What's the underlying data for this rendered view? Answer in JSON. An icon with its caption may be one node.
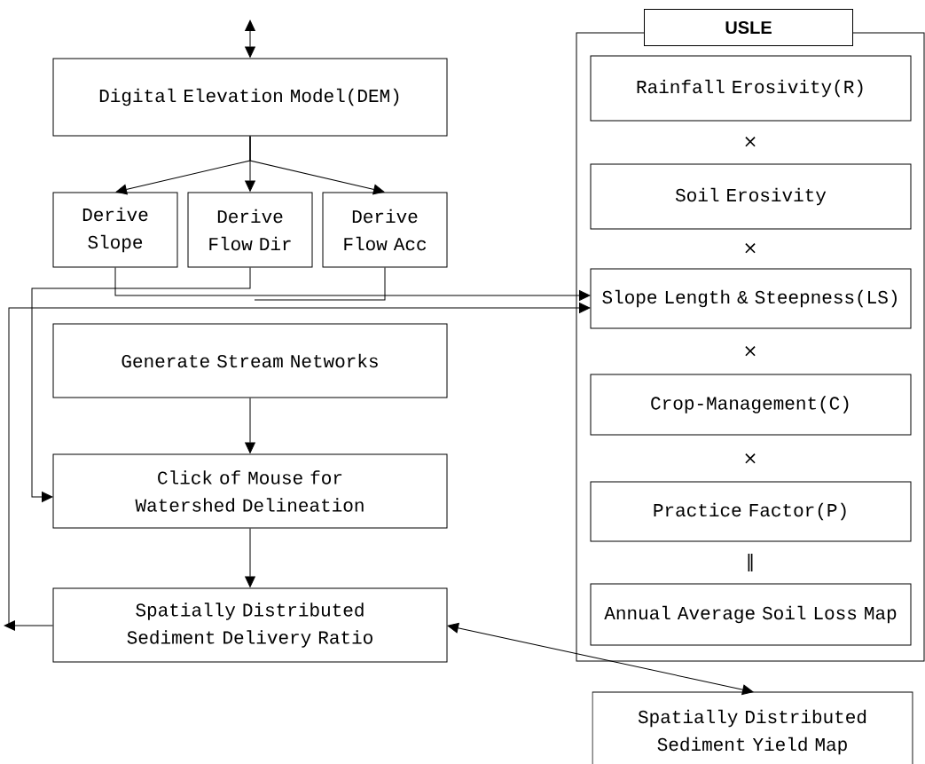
{
  "diagram": {
    "nodes": [
      {
        "text": [
          "Digital Elevation Model(DEM)"
        ]
      },
      {
        "text": [
          "Derive Slope"
        ]
      },
      {
        "text": [
          "Derive Flow Dir"
        ]
      },
      {
        "text": [
          "Derive Flow Acc"
        ]
      },
      {
        "text": [
          "Generate Stream Networks"
        ]
      },
      {
        "text": [
          "Click of Mouse for Watershed Delineation"
        ]
      },
      {
        "text": [
          "Spatially Distributed Sediment Delivery Ratio"
        ]
      },
      {
        "text": [
          "USLE"
        ]
      },
      {
        "text": [
          "Rainfall Erosivity(R)"
        ],
        "in": 7
      },
      {
        "text": [
          "Soil Erosivity"
        ],
        "in": 7
      },
      {
        "text": [
          "Slope Length & Steepness(LS)"
        ],
        "in": 7
      },
      {
        "text": [
          "Crop-Management(C)"
        ],
        "in": 7
      },
      {
        "text": [
          "Practice Factor(P)"
        ],
        "in": 7
      },
      {
        "text": [
          "Annual Average Soil Loss Map"
        ],
        "in": 7
      },
      {
        "text": [
          "Spatially Distributed Sediment Yield Map"
        ]
      }
    ],
    "edges": [
      {
        "from": null,
        "to": 0,
        "arrow": "both"
      },
      {
        "from": 0,
        "to": 1,
        "arrow": "to"
      },
      {
        "from": 0,
        "to": 2,
        "arrow": "to"
      },
      {
        "from": 0,
        "to": 3,
        "arrow": "to"
      },
      {
        "from": 1,
        "to": 10,
        "arrow": "to"
      },
      {
        "from": 2,
        "to": 5,
        "arrow": "to"
      },
      {
        "from": 3,
        "to": null,
        "arrow": "none"
      },
      {
        "from": 4,
        "to": 5,
        "arrow": "to"
      },
      {
        "from": 5,
        "to": 6,
        "arrow": "to"
      },
      {
        "from": 6,
        "to": 10,
        "arrow": "to"
      },
      {
        "from": 6,
        "to": 14,
        "arrow": "both"
      }
    ],
    "labels": [
      "×",
      "×",
      "×",
      "×",
      "‖"
    ]
  }
}
